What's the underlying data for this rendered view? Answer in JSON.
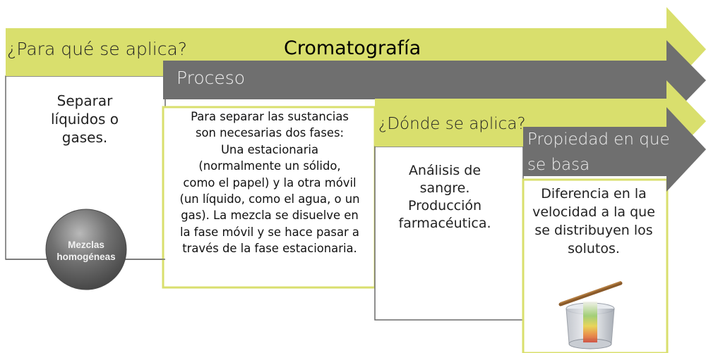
{
  "title": "Cromatografía",
  "columns": [
    {
      "heading": "¿Para qué se aplica?",
      "body": "Separar líquidos o gases."
    },
    {
      "heading": "Proceso",
      "body_lines": [
        "Para separar las sustancias",
        "son necesarias dos fases:",
        "Una estacionaria",
        "(normalmente un sólido,",
        "como el papel) y la otra móvil",
        "(un líquido, como el agua, o un",
        "gas). La mezcla se disuelve en",
        "la fase móvil y se hace pasar a",
        "través de la fase estacionaria."
      ]
    },
    {
      "heading": "¿Dónde se aplica?",
      "body": "Análisis de sangre. Producción farmacéutica."
    },
    {
      "heading": "Propiedad en que se basa",
      "body": "Diferencia en la velocidad a la que se distribuyen los solutos."
    }
  ],
  "category_badge": "Mezclas homogéneas",
  "colors": {
    "lime": "#d9df6d",
    "gray": "#6f6f6f",
    "sphere": "#5f5f5f"
  },
  "icons": [
    "chromatography-beaker-icon"
  ]
}
